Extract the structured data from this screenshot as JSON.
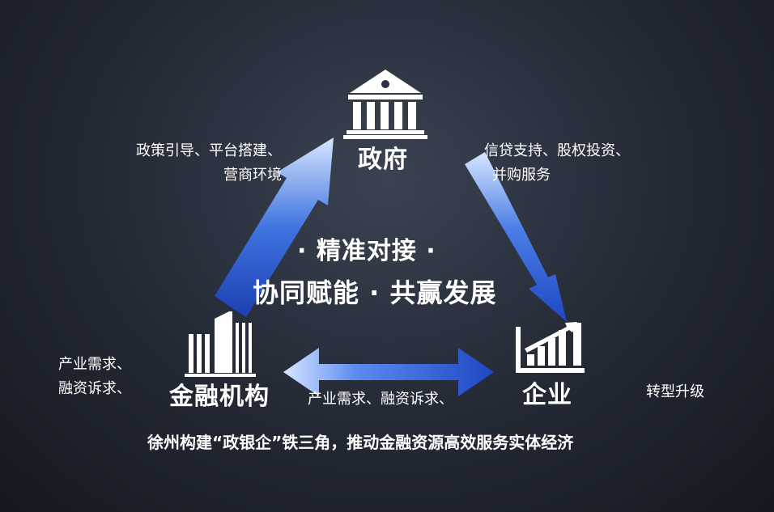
{
  "nodes": {
    "government": "政府",
    "enterprise": "企业",
    "financial_institutions": "金融机构"
  },
  "annotations": {
    "left_top_line1": "政策引导、平台搭建、",
    "left_top_line2": "营商环境",
    "right_top_line1": "信贷支持、股权投资、",
    "right_top_line2": "并购服务",
    "left_bottom_line1": "产业需求、",
    "left_bottom_line2": "融资诉求、",
    "bottom_middle": "产业需求、融资诉求、",
    "right_bottom": "转型升级"
  },
  "center": {
    "line1": "· 精准对接 ·",
    "line2": "协同赋能 · 共赢发展"
  },
  "caption": "徐州构建“政银企”铁三角，推动金融资源高效服务实体经济",
  "icons": [
    "government-building-icon",
    "financial-tower-icon",
    "enterprise-growth-chart-icon"
  ],
  "colors": {
    "background": "#262c38",
    "arrow_dark": "#1f47c4",
    "arrow_light": "#cfe0ff",
    "text": "#ffffff"
  }
}
